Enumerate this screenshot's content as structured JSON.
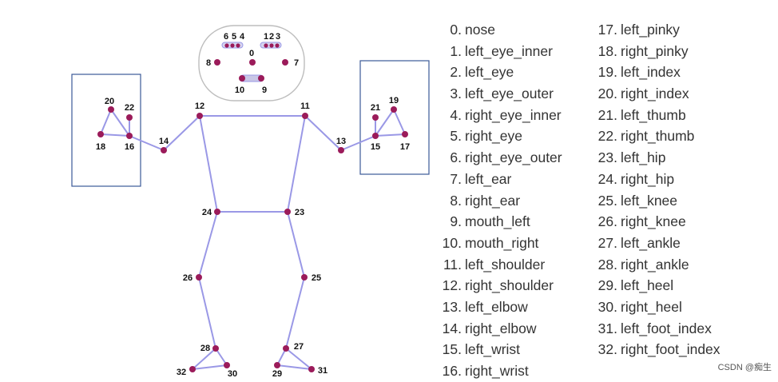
{
  "diagram": {
    "landmarks": [
      {
        "id": "0"
      },
      {
        "id": "1"
      },
      {
        "id": "2"
      },
      {
        "id": "3"
      },
      {
        "id": "4"
      },
      {
        "id": "5"
      },
      {
        "id": "6"
      },
      {
        "id": "7"
      },
      {
        "id": "8"
      },
      {
        "id": "9"
      },
      {
        "id": "10"
      },
      {
        "id": "11"
      },
      {
        "id": "12"
      },
      {
        "id": "13"
      },
      {
        "id": "14"
      },
      {
        "id": "15"
      },
      {
        "id": "16"
      },
      {
        "id": "17"
      },
      {
        "id": "18"
      },
      {
        "id": "19"
      },
      {
        "id": "20"
      },
      {
        "id": "21"
      },
      {
        "id": "22"
      },
      {
        "id": "23"
      },
      {
        "id": "24"
      },
      {
        "id": "25"
      },
      {
        "id": "26"
      },
      {
        "id": "27"
      },
      {
        "id": "28"
      },
      {
        "id": "29"
      },
      {
        "id": "30"
      },
      {
        "id": "31"
      },
      {
        "id": "32"
      }
    ],
    "connections": [
      [
        "11",
        "12"
      ],
      [
        "11",
        "23"
      ],
      [
        "12",
        "24"
      ],
      [
        "23",
        "24"
      ],
      [
        "11",
        "13"
      ],
      [
        "13",
        "15"
      ],
      [
        "15",
        "17"
      ],
      [
        "15",
        "19"
      ],
      [
        "15",
        "21"
      ],
      [
        "17",
        "19"
      ],
      [
        "12",
        "14"
      ],
      [
        "14",
        "16"
      ],
      [
        "16",
        "18"
      ],
      [
        "16",
        "20"
      ],
      [
        "16",
        "22"
      ],
      [
        "18",
        "20"
      ],
      [
        "23",
        "25"
      ],
      [
        "25",
        "27"
      ],
      [
        "27",
        "29"
      ],
      [
        "27",
        "31"
      ],
      [
        "29",
        "31"
      ],
      [
        "24",
        "26"
      ],
      [
        "26",
        "28"
      ],
      [
        "28",
        "30"
      ],
      [
        "28",
        "32"
      ],
      [
        "30",
        "32"
      ]
    ]
  },
  "legend": [
    {
      "num": "0.",
      "name": "nose"
    },
    {
      "num": "1.",
      "name": "left_eye_inner"
    },
    {
      "num": "2.",
      "name": "left_eye"
    },
    {
      "num": "3.",
      "name": "left_eye_outer"
    },
    {
      "num": "4.",
      "name": "right_eye_inner"
    },
    {
      "num": "5.",
      "name": "right_eye"
    },
    {
      "num": "6.",
      "name": "right_eye_outer"
    },
    {
      "num": "7.",
      "name": "left_ear"
    },
    {
      "num": "8.",
      "name": "right_ear"
    },
    {
      "num": "9.",
      "name": "mouth_left"
    },
    {
      "num": "10.",
      "name": "mouth_right"
    },
    {
      "num": "11.",
      "name": "left_shoulder"
    },
    {
      "num": "12.",
      "name": "right_shoulder"
    },
    {
      "num": "13.",
      "name": "left_elbow"
    },
    {
      "num": "14.",
      "name": "right_elbow"
    },
    {
      "num": "15.",
      "name": "left_wrist"
    },
    {
      "num": "16.",
      "name": "right_wrist"
    },
    {
      "num": "17.",
      "name": "left_pinky"
    },
    {
      "num": "18.",
      "name": "right_pinky"
    },
    {
      "num": "19.",
      "name": "left_index"
    },
    {
      "num": "20.",
      "name": "right_index"
    },
    {
      "num": "21.",
      "name": "left_thumb"
    },
    {
      "num": "22.",
      "name": "right_thumb"
    },
    {
      "num": "23.",
      "name": "left_hip"
    },
    {
      "num": "24.",
      "name": "right_hip"
    },
    {
      "num": "25.",
      "name": "left_knee"
    },
    {
      "num": "26.",
      "name": "right_knee"
    },
    {
      "num": "27.",
      "name": "left_ankle"
    },
    {
      "num": "28.",
      "name": "right_ankle"
    },
    {
      "num": "29.",
      "name": "left_heel"
    },
    {
      "num": "30.",
      "name": "right_heel"
    },
    {
      "num": "31.",
      "name": "left_foot_index"
    },
    {
      "num": "32.",
      "name": "right_foot_index"
    }
  ],
  "watermark": "CSDN @痴生"
}
